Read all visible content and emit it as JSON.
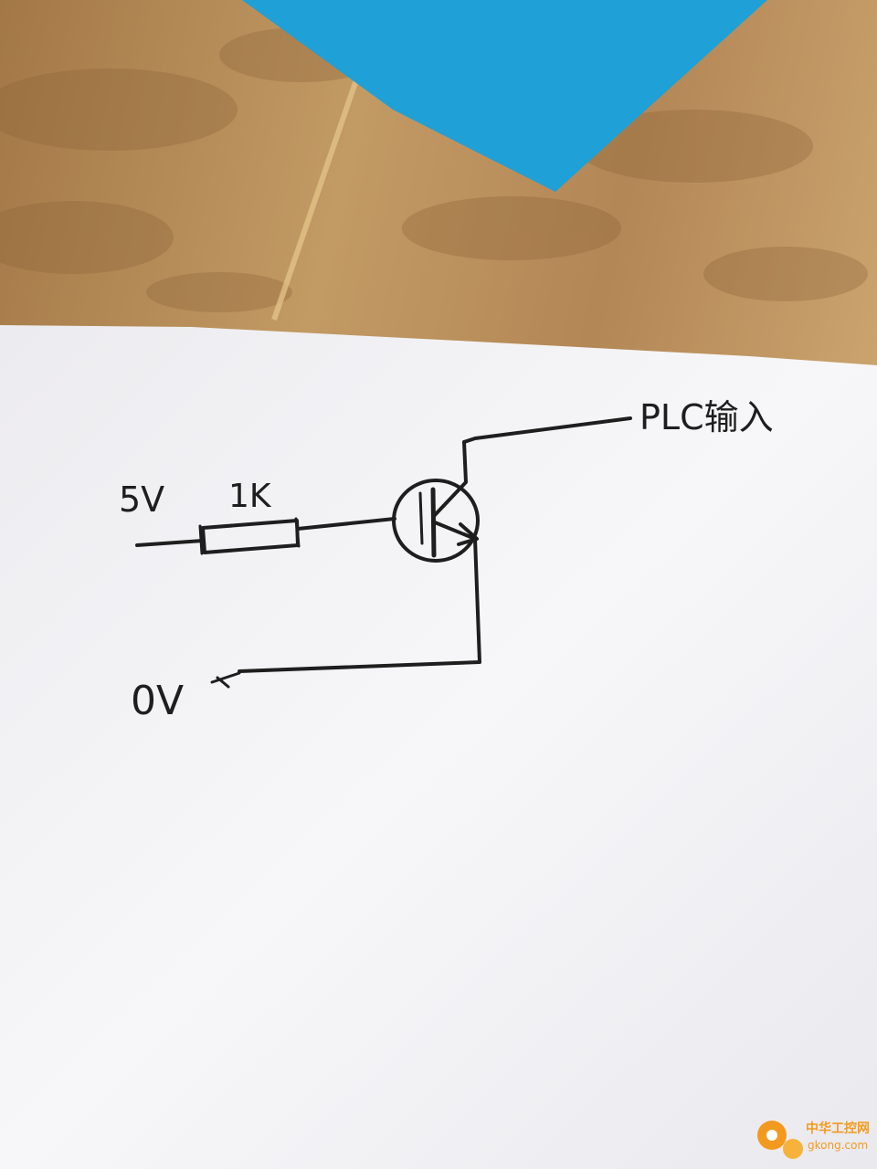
{
  "labels": {
    "supply": "5V",
    "resistor": "1K",
    "ground": "0V",
    "output": "PLC输入"
  },
  "watermark": {
    "brand_cn": "中华工控网",
    "domain": "gkong.com"
  },
  "colors": {
    "ink": "#1e1e1e",
    "paper": "#f4f4f6",
    "wood": "#b48a5a",
    "blue_sheet": "#1fa0d6",
    "watermark_orange": "#f39a1e"
  }
}
